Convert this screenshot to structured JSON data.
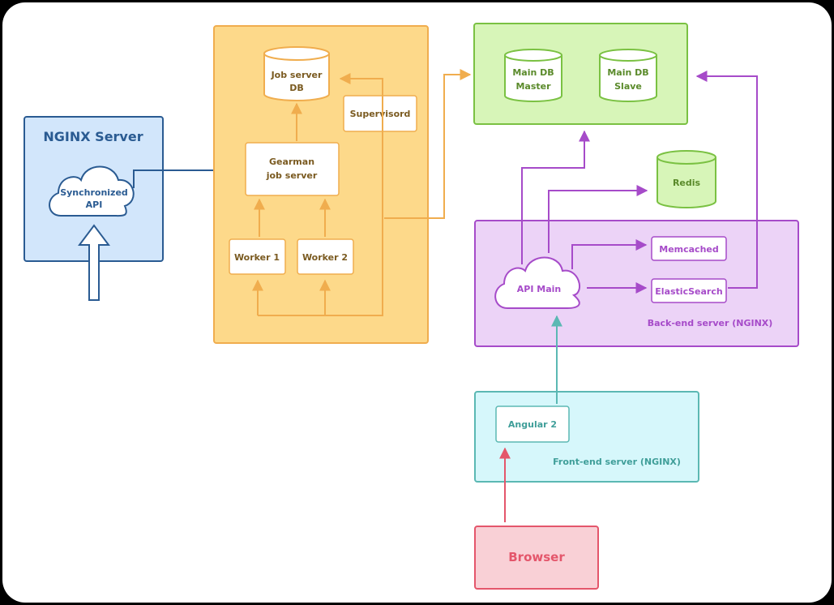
{
  "nginx_server": {
    "title": "NGINX Server",
    "api_line1": "Synchronized",
    "api_line2": "API"
  },
  "job_group": {
    "db_line1": "Job server",
    "db_line2": "DB",
    "supervisord": "Supervisord",
    "gearman_line1": "Gearman",
    "gearman_line2": "job server",
    "worker1": "Worker 1",
    "worker2": "Worker 2"
  },
  "db_group": {
    "master_line1": "Main DB",
    "master_line2": "Master",
    "slave_line1": "Main DB",
    "slave_line2": "Slave"
  },
  "redis": "Redis",
  "backend": {
    "api_main": "API Main",
    "memcached": "Memcached",
    "elasticsearch": "ElasticSearch",
    "label": "Back-end server (NGINX)"
  },
  "frontend": {
    "angular": "Angular 2",
    "label": "Front-end server (NGINX)"
  },
  "browser": "Browser",
  "colors": {
    "orange": "#f0ad4e",
    "orange_fill": "#fdd98a",
    "orange_text": "#7a5a20",
    "green": "#7ac142",
    "green_fill": "#d7f5b8",
    "green_text": "#5a8a2a",
    "purple": "#a64bc9",
    "purple_fill": "#ecd3f7",
    "blue": "#2a5b92",
    "blue_fill": "#d2e6fb",
    "teal": "#5bb8b3",
    "teal_fill": "#d6f7fb",
    "red": "#e4566b",
    "red_fill": "#f9d0d6"
  }
}
